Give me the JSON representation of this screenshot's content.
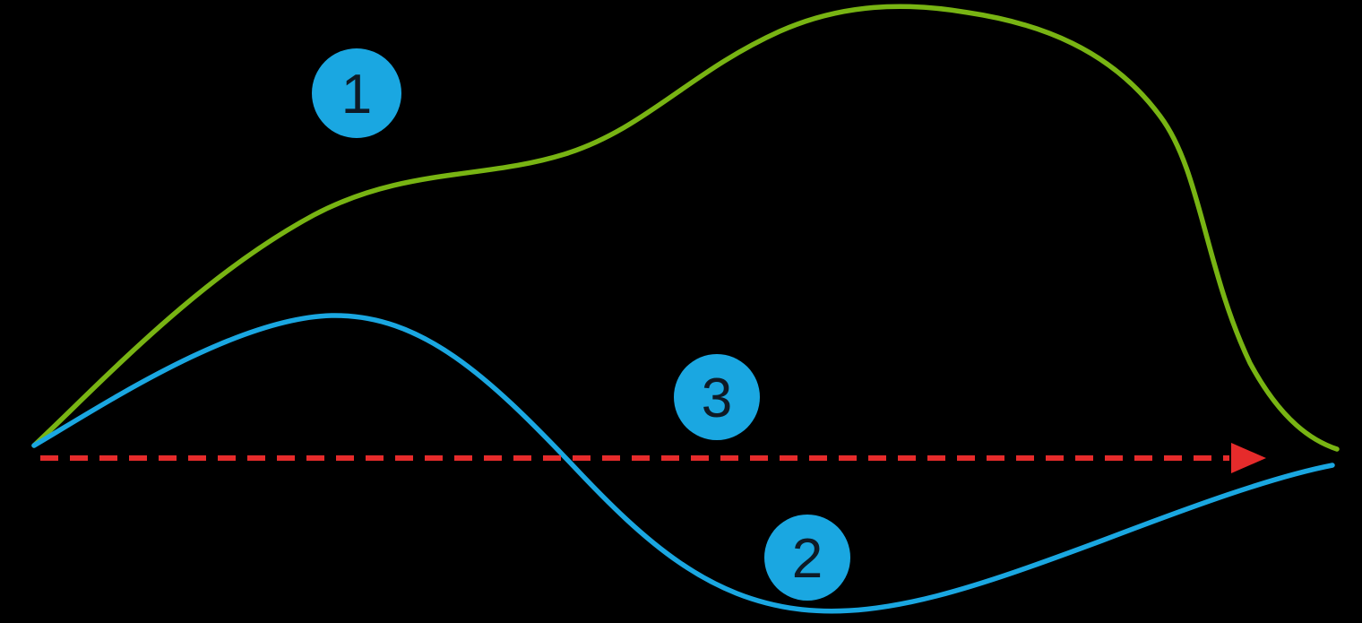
{
  "diagram": {
    "description": "Three annotated elements: green curve (1), blue curve (2), red dashed arrow baseline (3)",
    "badges": [
      {
        "label": "1"
      },
      {
        "label": "2"
      },
      {
        "label": "3"
      }
    ],
    "colors": {
      "background": "#000000",
      "curve_green": "#78b413",
      "curve_blue": "#1aa7e1",
      "arrow_red": "#e62b2b",
      "badge_fill": "#1aa7e1",
      "badge_text": "#0e1a26"
    }
  }
}
